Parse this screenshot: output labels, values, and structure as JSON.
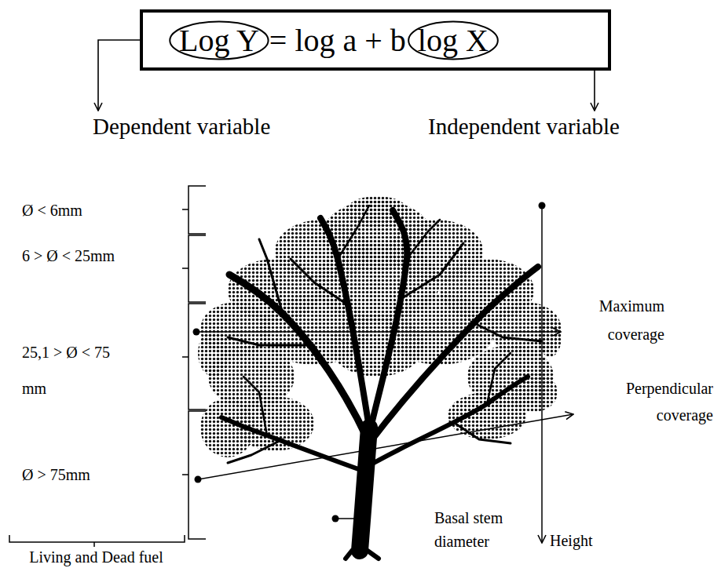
{
  "diagram": {
    "nodes": [
      {
        "text": [
          "= log a + b"
        ]
      },
      {
        "text": [
          "Log Y"
        ],
        "in": 0
      },
      {
        "text": [
          "log X"
        ],
        "in": 0
      },
      {
        "text": [
          "Dependent variable"
        ]
      },
      {
        "text": [
          "Independent variable"
        ]
      }
    ],
    "edges": [
      {
        "from": 1,
        "to": 3,
        "arrow": "to"
      },
      {
        "from": 2,
        "to": 4,
        "arrow": "to"
      }
    ],
    "labels": [
      "Ø < 6mm",
      "6 > Ø < 25mm",
      "25,1 > Ø < 75 mm",
      "Ø > 75mm",
      "Living and Dead fuel",
      "Maximum coverage",
      "Perpendicular coverage",
      "Basal stem diameter",
      "Height"
    ]
  }
}
